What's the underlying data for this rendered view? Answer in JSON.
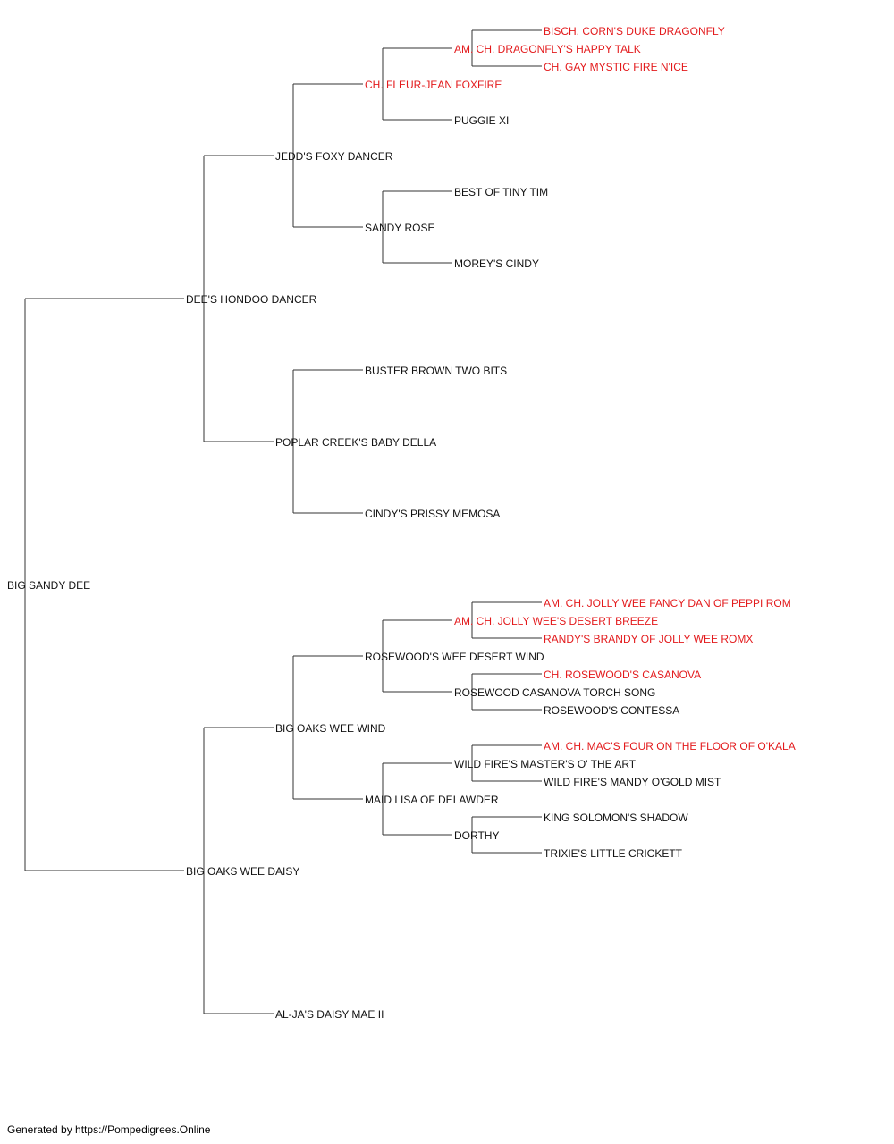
{
  "colors": {
    "champion": "#e31a1c",
    "normal": "#111111",
    "line": "#333333"
  },
  "pedigree": {
    "name": "BIG SANDY DEE",
    "sire": {
      "name": "DEE'S HONDOO DANCER",
      "sire": {
        "name": "JEDD'S FOXY DANCER",
        "sire": {
          "name": "CH. FLEUR-JEAN FOXFIRE",
          "champion": true,
          "sire": {
            "name": "AM. CH. DRAGONFLY'S HAPPY TALK",
            "champion": true,
            "sire": {
              "name": "BISCH. CORN'S DUKE DRAGONFLY",
              "champion": true
            },
            "dam": {
              "name": "CH. GAY MYSTIC FIRE N'ICE",
              "champion": true
            }
          },
          "dam": {
            "name": "PUGGIE XI"
          }
        },
        "dam": {
          "name": "SANDY ROSE",
          "sire": {
            "name": "BEST OF TINY TIM"
          },
          "dam": {
            "name": "MOREY'S CINDY"
          }
        }
      },
      "dam": {
        "name": "POPLAR CREEK'S BABY DELLA",
        "sire": {
          "name": "BUSTER BROWN TWO BITS"
        },
        "dam": {
          "name": "CINDY'S PRISSY MEMOSA"
        }
      }
    },
    "dam": {
      "name": "BIG OAKS WEE DAISY",
      "sire": {
        "name": "BIG OAKS WEE WIND",
        "sire": {
          "name": "ROSEWOOD'S WEE DESERT WIND",
          "sire": {
            "name": "AM. CH. JOLLY WEE'S DESERT BREEZE",
            "champion": true,
            "sire": {
              "name": "AM. CH. JOLLY WEE FANCY DAN OF PEPPI ROM",
              "champion": true
            },
            "dam": {
              "name": "RANDY'S BRANDY OF JOLLY WEE ROMX",
              "champion": true
            }
          },
          "dam": {
            "name": "ROSEWOOD CASANOVA TORCH SONG",
            "sire": {
              "name": "CH. ROSEWOOD'S CASANOVA",
              "champion": true
            },
            "dam": {
              "name": "ROSEWOOD'S CONTESSA"
            }
          }
        },
        "dam": {
          "name": "MAID LISA OF DELAWDER",
          "sire": {
            "name": "WILD FIRE'S MASTER'S O' THE ART",
            "sire": {
              "name": "AM. CH. MAC'S FOUR ON THE FLOOR OF O'KALA",
              "champion": true
            },
            "dam": {
              "name": "WILD FIRE'S MANDY O'GOLD MIST"
            }
          },
          "dam": {
            "name": "DORTHY",
            "sire": {
              "name": "KING SOLOMON'S SHADOW"
            },
            "dam": {
              "name": "TRIXIE'S LITTLE CRICKETT"
            }
          }
        }
      },
      "dam": {
        "name": "AL-JA'S DAISY MAE II"
      }
    }
  },
  "footer": "Generated by https://Pompedigrees.Online"
}
